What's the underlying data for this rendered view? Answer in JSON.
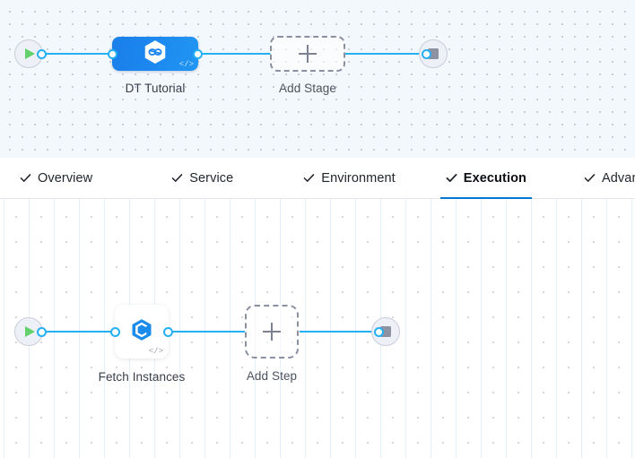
{
  "colors": {
    "accent_blue": "#0278d5",
    "link_blue": "#25b0f3",
    "stage_node_blue": "#1b86ef",
    "play_green": "#62d16c",
    "stop_gray": "#8d92a3",
    "canvas_top_bg": "#f3f8fd",
    "canvas_bottom_bg": "#ffffff",
    "dashed_border": "#8b90a0",
    "text_primary": "#22272d"
  },
  "stage_canvas": {
    "name": "pipeline-stage-canvas",
    "start_node": {
      "icon": "play-icon",
      "label": "Start"
    },
    "stage": {
      "label": "DT Tutorial",
      "icon": "harness-infinity-hexagon-icon",
      "code_badge": "</>"
    },
    "add_stage": {
      "label": "Add Stage",
      "icon": "plus-icon"
    },
    "end_node": {
      "icon": "stop-icon",
      "label": "End"
    }
  },
  "tab_bar": {
    "name": "stage-config-tabs",
    "tabs": [
      {
        "label": "Overview",
        "icon": "check-icon",
        "active": false
      },
      {
        "label": "Service",
        "icon": "check-icon",
        "active": false
      },
      {
        "label": "Environment",
        "icon": "check-icon",
        "active": false
      },
      {
        "label": "Execution",
        "icon": "check-icon",
        "active": true
      },
      {
        "label": "Advanced",
        "icon": "check-icon",
        "active": false
      }
    ]
  },
  "step_canvas": {
    "name": "execution-step-canvas",
    "start_node": {
      "icon": "play-icon",
      "label": "Start"
    },
    "step": {
      "label": "Fetch Instances",
      "icon": "fetch-instances-hexagon-icon",
      "code_badge": "</>"
    },
    "add_step": {
      "label": "Add Step",
      "icon": "plus-icon"
    },
    "end_node": {
      "icon": "stop-icon",
      "label": "End"
    }
  }
}
